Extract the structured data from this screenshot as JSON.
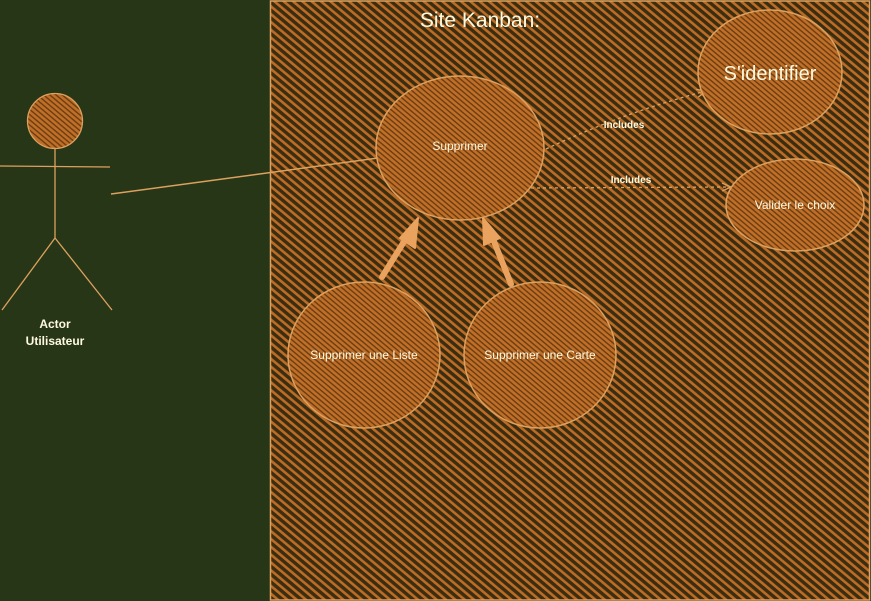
{
  "diagram": {
    "system": {
      "title": "Site Kanban:"
    },
    "actor": {
      "line1": "Actor",
      "line2": "Utilisateur"
    },
    "use_cases": {
      "supprimer": "Supprimer",
      "sidentifier": "S'identifier",
      "valider": "Valider le choix",
      "supprimer_liste": "Supprimer une Liste",
      "supprimer_carte": "Supprimer une Carte"
    },
    "relations": {
      "include_1": "Includes",
      "include_2": "Includes"
    }
  },
  "colors": {
    "background": "#283618",
    "accent": "#dda15e",
    "fill": "#bc6c25",
    "text": "#fefae0"
  }
}
